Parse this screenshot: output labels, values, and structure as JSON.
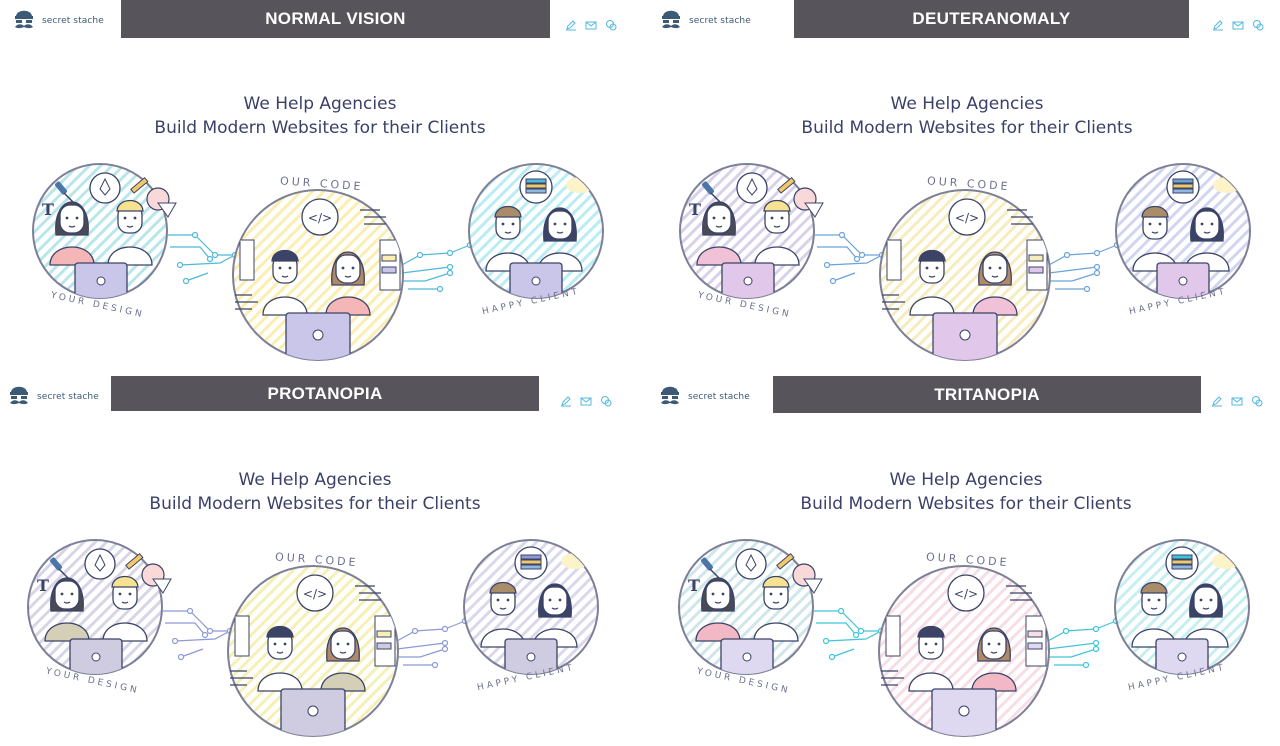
{
  "panels": [
    {
      "label": "NORMAL VISION",
      "logo_text": "secret stache",
      "headline_line1": "We Help Agencies",
      "headline_line2": "Build Modern Websites for their Clients",
      "circle_left": "YOUR DESIGN",
      "circle_center": "OUR CODE",
      "circle_right": "HAPPY CLIENT",
      "colors": {
        "left": "#b9e6ea",
        "center": "#fbeeb0",
        "right": "#b9ecf3",
        "laptop": "#c9c6ea",
        "pink": "#f4b6b6",
        "accent": "#4fb9d8"
      }
    },
    {
      "label": "DEUTERANOMALY",
      "logo_text": "secret stache",
      "headline_line1": "We Help Agencies",
      "headline_line2": "Build Modern Websites for their Clients",
      "circle_left": "YOUR DESIGN",
      "circle_center": "OUR CODE",
      "circle_right": "HAPPY CLIENT",
      "colors": {
        "left": "#d9d1ea",
        "center": "#f7ecbe",
        "right": "#d1d5f0",
        "laptop": "#e1c8ea",
        "pink": "#f1c1d8",
        "accent": "#6aa3d8"
      }
    },
    {
      "label": "PROTANOPIA",
      "logo_text": "secret stache",
      "headline_line1": "We Help Agencies",
      "headline_line2": "Build Modern Websites for their Clients",
      "circle_left": "YOUR DESIGN",
      "circle_center": "OUR CODE",
      "circle_right": "HAPPY CLIENT",
      "colors": {
        "left": "#d8d5e6",
        "center": "#f6f0b6",
        "right": "#dad8ea",
        "laptop": "#cfcbe0",
        "pink": "#d6cfb8",
        "accent": "#8f98d8"
      }
    },
    {
      "label": "TRITANOPIA",
      "logo_text": "secret stache",
      "headline_line1": "We Help Agencies",
      "headline_line2": "Build Modern Websites for their Clients",
      "circle_left": "YOUR DESIGN",
      "circle_center": "OUR CODE",
      "circle_right": "HAPPY CLIENT",
      "colors": {
        "left": "#cfe6ea",
        "center": "#f7dde6",
        "right": "#c7eef0",
        "laptop": "#ded8f0",
        "pink": "#f2b8c5",
        "accent": "#3ec5d8"
      }
    }
  ],
  "icons": [
    "mustache-logo-icon",
    "edit-icon",
    "mail-icon",
    "chat-icon",
    "pen-nib-icon",
    "pencil-icon",
    "eyedropper-icon",
    "code-icon",
    "stack-icon",
    "laptop-icon"
  ]
}
